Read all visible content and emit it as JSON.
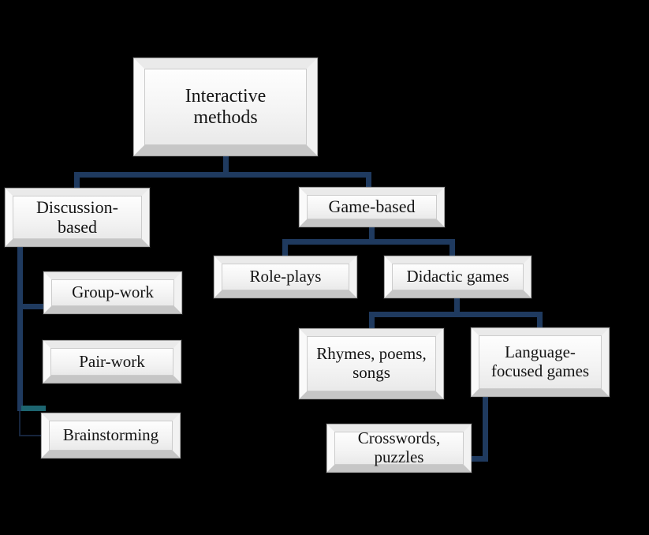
{
  "diagram": {
    "type": "hierarchy-tree",
    "background_color": "#000000",
    "box_face_color": "#f2f2f2",
    "box_text_color": "#141414",
    "connector_color": "#1f3a5f",
    "connector_teal_color": "#1d6570",
    "connector_thin_color": "#16253d",
    "nodes": {
      "interactive_methods": {
        "label": "Interactive methods"
      },
      "discussion_based": {
        "label": "Discussion-based"
      },
      "group_work": {
        "label": "Group-work"
      },
      "pair_work": {
        "label": "Pair-work"
      },
      "brainstorming": {
        "label": "Brainstorming"
      },
      "game_based": {
        "label": "Game-based"
      },
      "role_plays": {
        "label": "Role-plays"
      },
      "didactic_games": {
        "label": "Didactic games"
      },
      "rhymes_poems_songs": {
        "label": "Rhymes, poems, songs"
      },
      "language_focused_games": {
        "label": "Language-focused games"
      },
      "crosswords_puzzles": {
        "label": "Crosswords, puzzles"
      }
    },
    "hierarchy": {
      "root": "Interactive methods",
      "children": [
        {
          "label": "Discussion-based",
          "children": [
            {
              "label": "Group-work"
            },
            {
              "label": "Pair-work"
            },
            {
              "label": "Brainstorming"
            }
          ]
        },
        {
          "label": "Game-based",
          "children": [
            {
              "label": "Role-plays"
            },
            {
              "label": "Didactic games",
              "children": [
                {
                  "label": "Rhymes, poems, songs"
                },
                {
                  "label": "Language-focused games",
                  "children": [
                    {
                      "label": "Crosswords, puzzles"
                    }
                  ]
                }
              ]
            }
          ]
        }
      ]
    }
  }
}
